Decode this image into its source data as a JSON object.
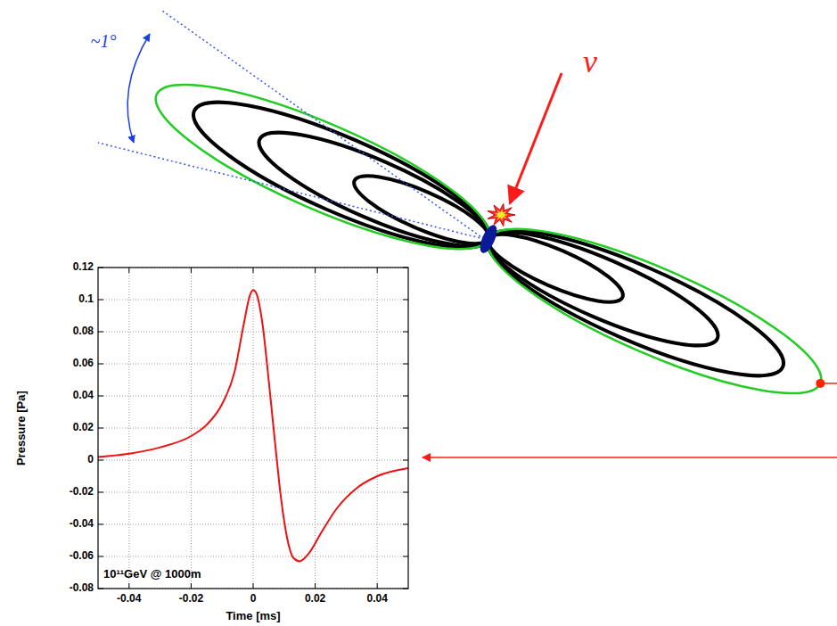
{
  "diagram": {
    "labels": [
      "~1°",
      "ν",
      "Pressure [Pa]",
      "Time [ms]",
      "0.12",
      "0.1",
      "0.08",
      "0.06",
      "0.04",
      "0.02",
      "0",
      "-0.02",
      "-0.04",
      "-0.06",
      "-0.08",
      "-0.04",
      "-0.02",
      "0",
      "0.02",
      "0.04",
      "10¹¹GeV @ 1000m"
    ]
  }
}
